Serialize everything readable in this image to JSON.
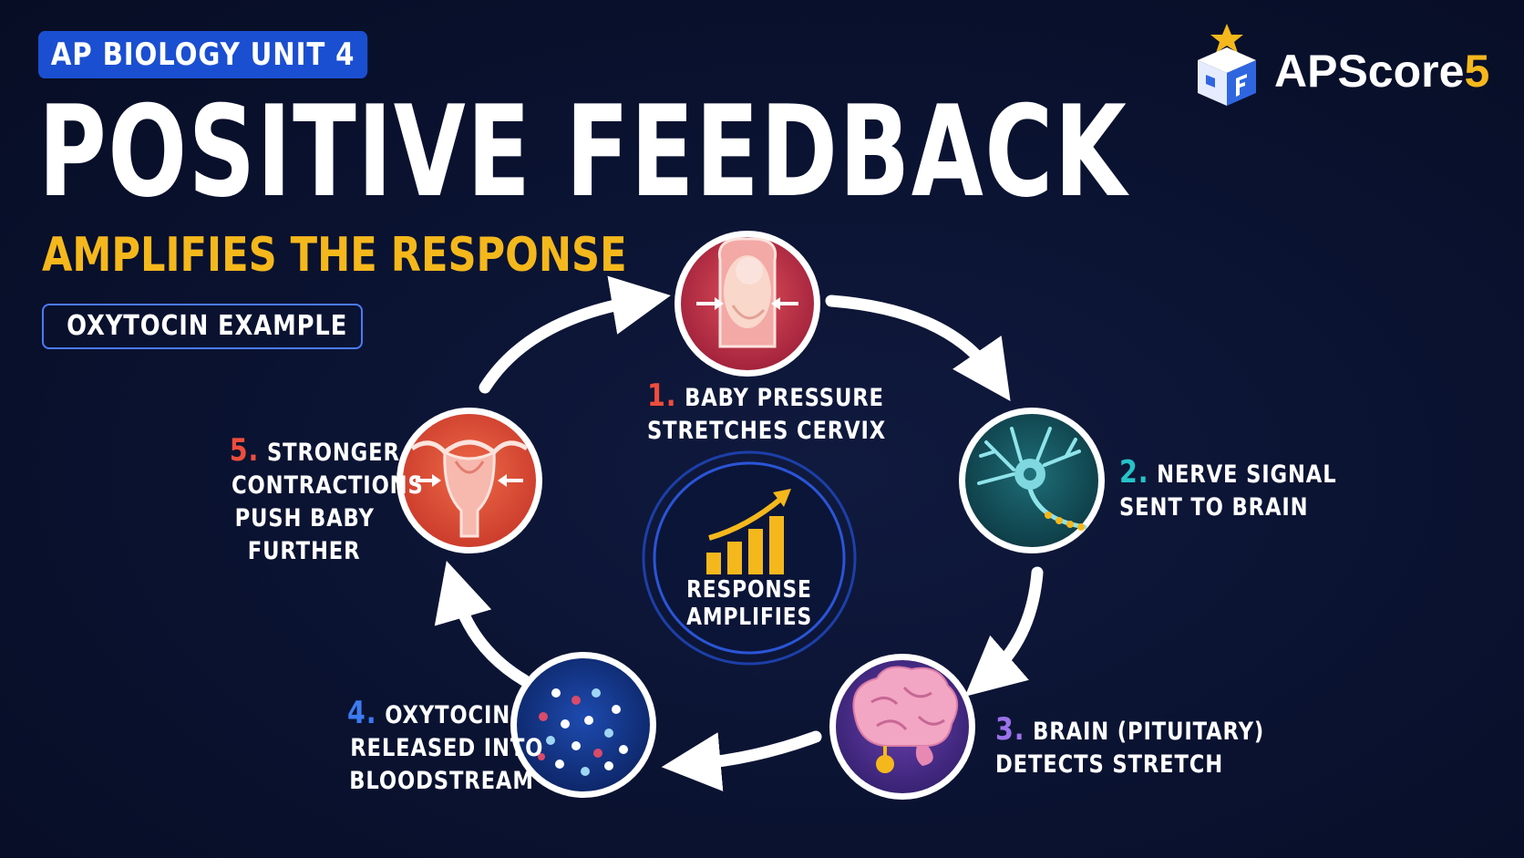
{
  "header": {
    "badge": "AP BIOLOGY UNIT 4",
    "title": "POSITIVE FEEDBACK",
    "subtitle": "AMPLIFIES THE RESPONSE",
    "example_label": "OXYTOCIN EXAMPLE"
  },
  "brand": {
    "name": "APScore",
    "number": "5",
    "icon": "star-cube-logo-icon"
  },
  "center": {
    "line1": "RESPONSE",
    "line2": "AMPLIFIES",
    "icon": "rising-bar-chart-icon"
  },
  "steps": [
    {
      "num": "1.",
      "lines": [
        "BABY PRESSURE",
        "STRETCHES CERVIX"
      ],
      "icon": "fetus-in-uterus-icon",
      "color": "#ef4d3c"
    },
    {
      "num": "2.",
      "lines": [
        "NERVE SIGNAL",
        "SENT TO BRAIN"
      ],
      "icon": "neuron-icon",
      "color": "#25c3c9"
    },
    {
      "num": "3.",
      "lines": [
        "BRAIN (PITUITARY)",
        "DETECTS STRETCH"
      ],
      "icon": "brain-pituitary-icon",
      "color": "#9b72e8"
    },
    {
      "num": "4.",
      "lines": [
        "OXYTOCIN",
        "RELEASED INTO",
        "BLOODSTREAM"
      ],
      "icon": "blood-molecules-icon",
      "color": "#3c7bf0"
    },
    {
      "num": "5.",
      "lines": [
        "STRONGER",
        "CONTRACTIONS",
        "PUSH BABY",
        "FURTHER"
      ],
      "icon": "uterus-contraction-icon",
      "color": "#ef4d3c"
    }
  ],
  "colors": {
    "background": "#0a1230",
    "accent_yellow": "#f5b81c",
    "accent_blue": "#1b4fd1"
  }
}
